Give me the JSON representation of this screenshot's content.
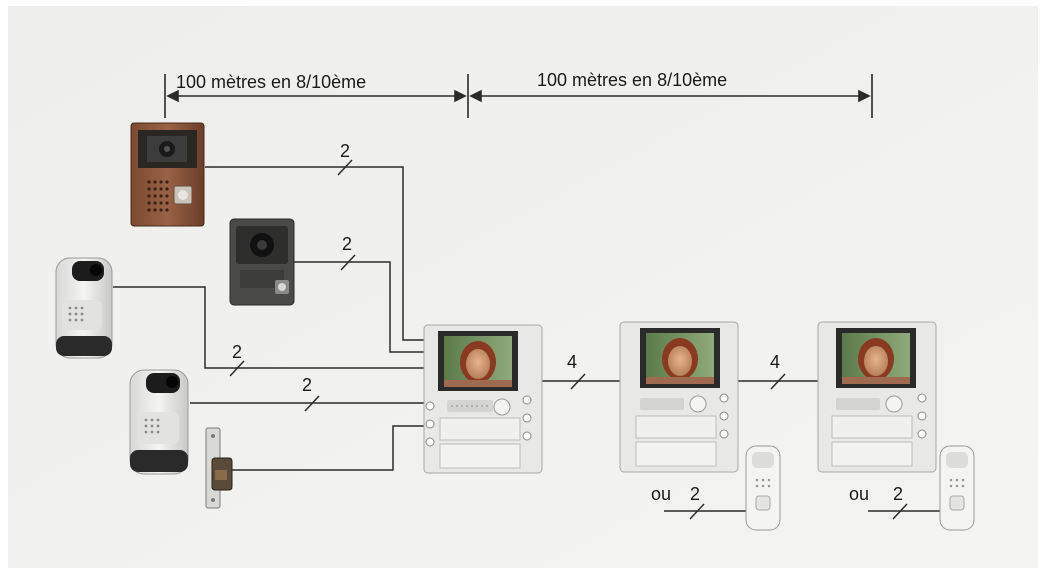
{
  "distances": {
    "left": "100 mètres en 8/10ème",
    "right": "100 mètres en 8/10ème"
  },
  "wires": {
    "plate_big": "2",
    "plate_small": "2",
    "camera_top": "2",
    "camera_bottom": "2",
    "link_1_2": "4",
    "link_2_3": "4",
    "remote_1": "2",
    "remote_2": "2"
  },
  "alternatives": {
    "or_1": "ou",
    "or_2": "ou"
  },
  "colors": {
    "background": "#f2f2f0",
    "line": "#2b2b2b",
    "monitor_body": "#e8e8e6",
    "screen_bezel": "#2a2a2a"
  },
  "icons": [
    "door-intercom-plate-icon",
    "compact-door-camera-icon",
    "surveillance-camera-icon",
    "electric-strike-icon",
    "video-monitor-icon",
    "handset-remote-icon"
  ]
}
